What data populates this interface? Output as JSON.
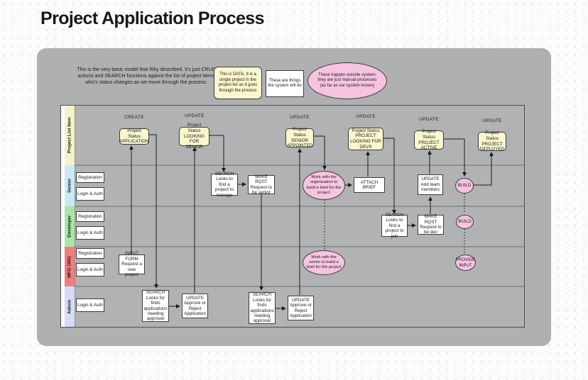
{
  "page": {
    "title": "Project Application Process"
  },
  "notes": {
    "description": "This is the very basic model that Riky described. It's just CRUD actions and SEARCH functions against the list of project items who's status changes as we move through the process.",
    "data_note": "This is DATA. It is a single project in the project list as it goes through the process",
    "system_note": "These are things the system will do",
    "manual_note": "These happen outside system- they are just manual processes (as far as our system knows)"
  },
  "lanes": [
    {
      "label": "Project List Item",
      "color": "#f6f2c8"
    },
    {
      "label": "Senior",
      "color": "#c9eaf4"
    },
    {
      "label": "Developer",
      "color": "#a5e8a5"
    },
    {
      "label": "MFG ORG",
      "color": "#f47c7c"
    },
    {
      "label": "Admin",
      "color": "#d6dcf5"
    }
  ],
  "auth": {
    "registration": "Registration",
    "login": "Login & Auth"
  },
  "phases": [
    {
      "op": "CREATE",
      "label": "Project Status",
      "value": "APPLICATION"
    },
    {
      "op": "UPDATE",
      "label": "Project Status",
      "value": "LOOKING FOR SENIOR"
    },
    {
      "op": "UPDATE",
      "label": "Project Status",
      "value": "SENIOR APPOINTED"
    },
    {
      "op": "UPDATE",
      "label": "Project Status",
      "value": "PROJECT LOOKING FOR DEVS"
    },
    {
      "op": "UPDATE",
      "label": "Project Status",
      "value": "PROJECT ACTIVE"
    },
    {
      "op": "UPDATE",
      "label": "Project Status",
      "value": "PROJECT DEPLOYED"
    }
  ],
  "senior": {
    "search": {
      "title": "SEARCH",
      "desc": "Looks to find a project to manage"
    },
    "make_rqst": {
      "title": "MAKE RQST",
      "desc": "Request to be senior"
    },
    "work_org": "Work with the organisation to build a brief for the project",
    "attach_brief": "ATTACH BRIEF",
    "update_team": {
      "title": "UPDATE",
      "desc": "Add team members"
    },
    "build": "BUILD"
  },
  "developer": {
    "search": {
      "title": "SEARCH",
      "desc": "Looks to find a project to join"
    },
    "make_rqst": {
      "title": "MAKE RQST",
      "desc": "Request to be dev"
    },
    "build": "BUILD"
  },
  "mfg": {
    "input_form": {
      "title": "INPUT FORM",
      "desc": "Request a new project"
    },
    "work_senior": "Work with the senior to build a brief for the project",
    "provide_input": "PROVIDE INPUT"
  },
  "admin": {
    "search": {
      "title": "SEARCH",
      "desc": "Looks for finds applications needing approval"
    },
    "update": {
      "title": "UPDATE",
      "desc": "Approve or Reject Application"
    }
  },
  "colors": {
    "board": "#aeb0b2",
    "status_box": "#faf6cd",
    "manual_ellipse": "#f6c3e1",
    "system_box": "#ffffff",
    "border": "#3c3c3c"
  }
}
